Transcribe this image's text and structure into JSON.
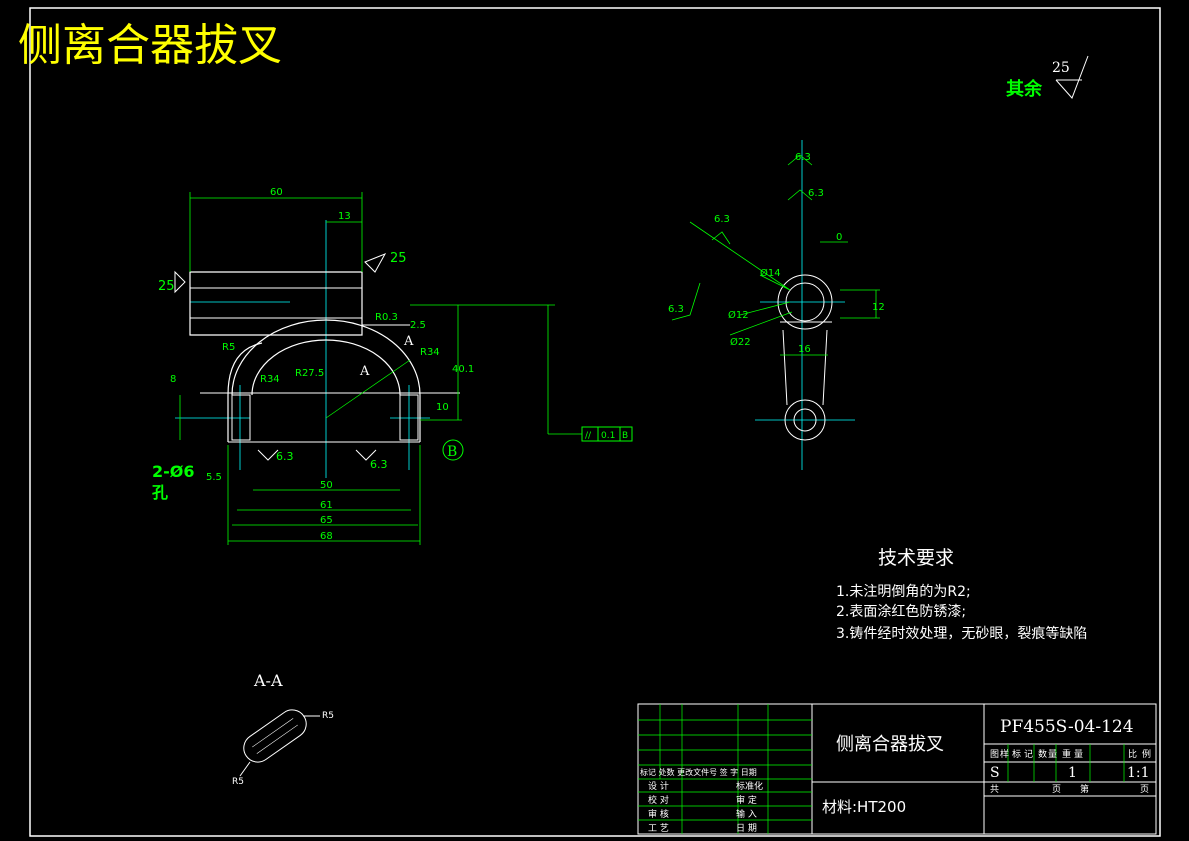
{
  "title": "侧离合器拔叉",
  "roughness_other": {
    "label": "其余",
    "value": "25"
  },
  "front_view": {
    "dims": {
      "d60": "60",
      "d13": "13",
      "r25_top": "25",
      "r25_left": "25",
      "r03": "R0.3",
      "d25": "2.5",
      "r5": "R5",
      "r34a": "R34",
      "r34b": "R34",
      "r275": "R27.5",
      "d401": "40.1",
      "d10": "10",
      "d8": "8",
      "r63a": "6.3",
      "r63b": "6.3",
      "d50": "50",
      "d61": "61",
      "d65": "65",
      "d68": "68",
      "sec_a1": "A",
      "sec_a2": "A",
      "hole_note_1": "2-Ø6",
      "hole_note_2": "孔",
      "depth": "5.5"
    },
    "datum": "B",
    "tolerance": {
      "symbol": "//",
      "value": "0.1",
      "datum": "B"
    }
  },
  "side_view": {
    "dims": {
      "r63_top": "6.3",
      "r63_v": "6.3",
      "d0": "0",
      "r63_diag": "6.3",
      "r63_left": "6.3",
      "d14": "Ø14",
      "d12": "Ø12",
      "d22": "Ø22",
      "d12v": "12",
      "d16": "16"
    }
  },
  "section": {
    "label": "A-A",
    "r5a": "R5",
    "r5b": "R5"
  },
  "tech": {
    "heading": "技术要求",
    "items": [
      "1.未注明倒角的为R2;",
      "2.表面涂红色防锈漆;",
      "3.铸件经时效处理，无砂眼，裂痕等缺陷"
    ]
  },
  "title_block": {
    "part_name": "侧离合器拔叉",
    "drawing_no": "PF455S-04-124",
    "header_labels": [
      "图",
      "样",
      "标",
      "记",
      "数",
      "量",
      "重",
      "量",
      "比",
      "例"
    ],
    "mark": "S",
    "qty": "1",
    "scale": "1:1",
    "total_label": "共",
    "page_label": "页",
    "sheet_label": "第",
    "page_label2": "页",
    "material": "材料:HT200",
    "rev_header": "标记 处数 更改文件号 签 字 日期",
    "rows": [
      {
        "left": "设  计",
        "right": "标准化"
      },
      {
        "left": "校  对",
        "right": "审  定"
      },
      {
        "left": "审  核",
        "right": "输  入"
      },
      {
        "left": "工  艺",
        "right": "日  期"
      }
    ]
  },
  "colors": {
    "line": "#ffffff",
    "dim": "#00ff00",
    "center": "#00ffff",
    "title": "#ffff00"
  }
}
